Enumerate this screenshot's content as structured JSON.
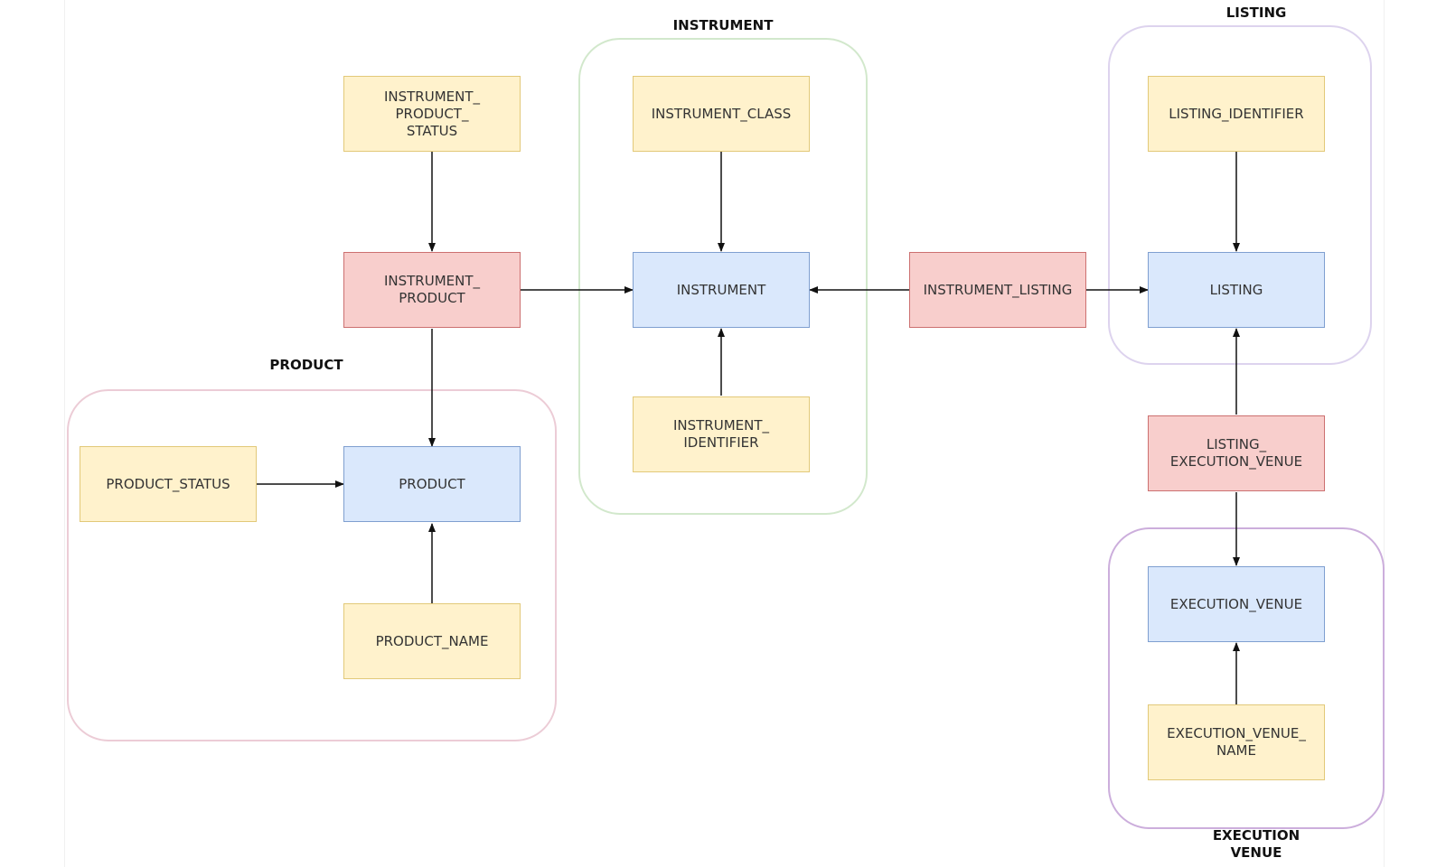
{
  "groups": {
    "instrument": "INSTRUMENT",
    "listing": "LISTING",
    "product": "PRODUCT",
    "execution_venue": "EXECUTION\nVENUE"
  },
  "nodes": {
    "instrument_product_status": "INSTRUMENT_\nPRODUCT_\nSTATUS",
    "instrument_class": "INSTRUMENT_CLASS",
    "listing_identifier": "LISTING_IDENTIFIER",
    "instrument_product": "INSTRUMENT_\nPRODUCT",
    "instrument": "INSTRUMENT",
    "instrument_listing": "INSTRUMENT_LISTING",
    "listing": "LISTING",
    "instrument_identifier": "INSTRUMENT_\nIDENTIFIER",
    "listing_execution_venue": "LISTING_\nEXECUTION_VENUE",
    "product_status": "PRODUCT_STATUS",
    "product": "PRODUCT",
    "execution_venue": "EXECUTION_VENUE",
    "product_name": "PRODUCT_NAME",
    "execution_venue_name": "EXECUTION_VENUE_\nNAME"
  },
  "colors": {
    "attribute_fill": "#fff2cc",
    "entity_fill": "#dae8fc",
    "link_fill": "#f8cecc"
  }
}
